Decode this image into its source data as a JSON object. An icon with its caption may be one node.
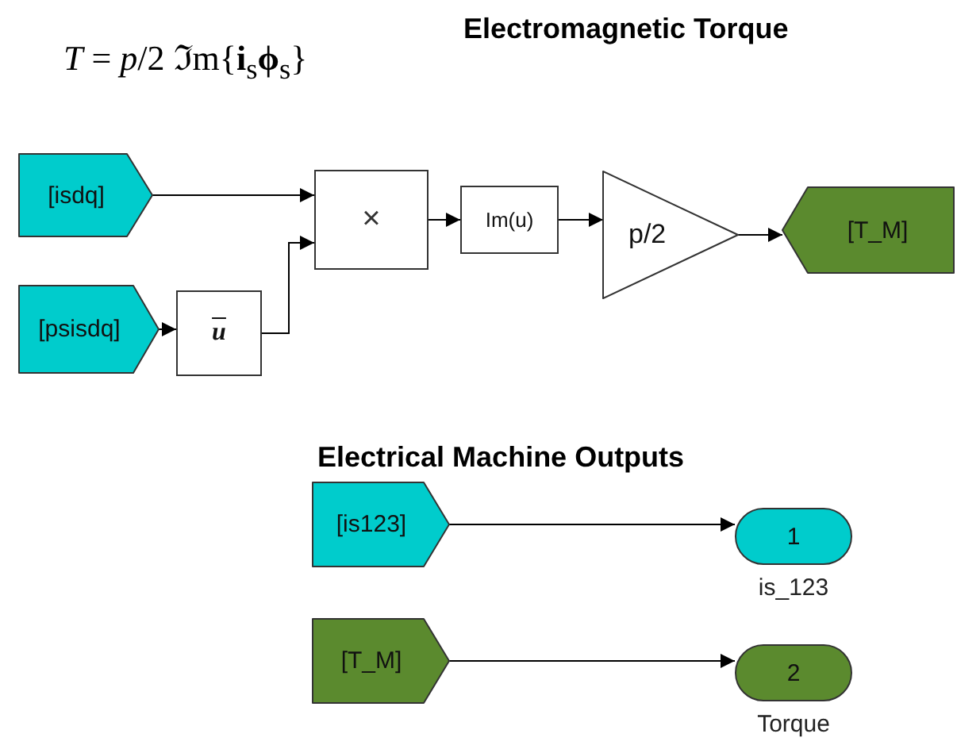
{
  "diagram": {
    "title": "Electromagnetic Torque",
    "nodes": [
      {
        "text": [
          "[isdq]"
        ]
      },
      {
        "text": [
          "[psisdq]"
        ]
      },
      {
        "text": [
          "×"
        ]
      },
      {
        "text": [
          "u"
        ]
      },
      {
        "text": [
          "Im(u)"
        ]
      },
      {
        "text": [
          "p/2"
        ]
      },
      {
        "text": [
          "[T_M]"
        ]
      },
      {
        "text": [
          "[is123]"
        ]
      },
      {
        "text": [
          "1"
        ],
        "beside": [
          "is_123"
        ]
      },
      {
        "text": [
          "[T_M]"
        ]
      },
      {
        "text": [
          "2"
        ],
        "beside": [
          "Torque"
        ]
      }
    ],
    "edges": [
      {
        "from": 0,
        "to": 2,
        "arrow": "to"
      },
      {
        "from": 1,
        "to": 3,
        "arrow": "to"
      },
      {
        "from": 3,
        "to": 2,
        "arrow": "to"
      },
      {
        "from": 2,
        "to": 4,
        "arrow": "to"
      },
      {
        "from": 4,
        "to": 5,
        "arrow": "to"
      },
      {
        "from": 5,
        "to": 6,
        "arrow": "to"
      },
      {
        "from": 7,
        "to": 8,
        "arrow": "to"
      },
      {
        "from": 9,
        "to": 10,
        "arrow": "to"
      }
    ],
    "labels": [
      "*T* = *p*/2 ℑm{**i**$_{s}$**ϕ**$_{s}$}",
      "Electrical Machine Outputs"
    ]
  }
}
